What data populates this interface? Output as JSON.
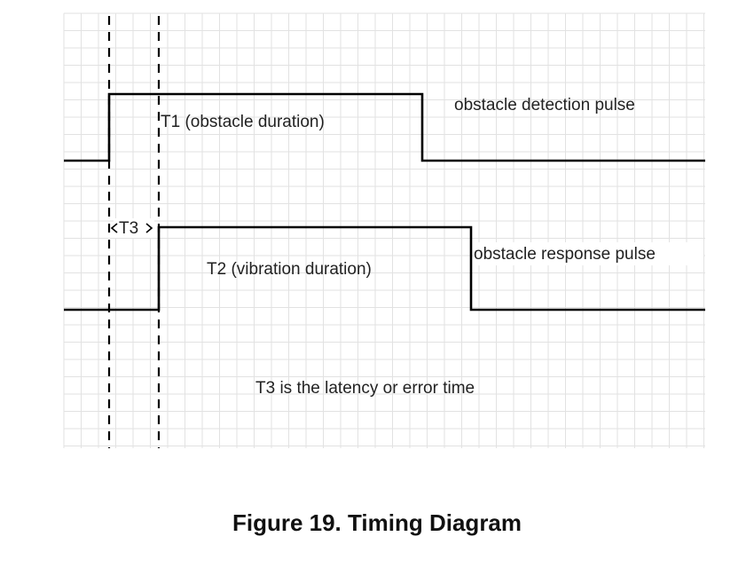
{
  "diagram": {
    "labels": {
      "t1": "T1 (obstacle duration)",
      "detection_pulse": "obstacle detection pulse",
      "t3_marker": "T3",
      "t2": "T2 (vibration duration)",
      "response_pulse": "obstacle response pulse",
      "note": "T3 is the latency or error time"
    },
    "colors": {
      "line": "#000000",
      "grid": "#e2e2e2",
      "text": "#222222"
    }
  },
  "caption": "Figure 19.  Timing Diagram"
}
